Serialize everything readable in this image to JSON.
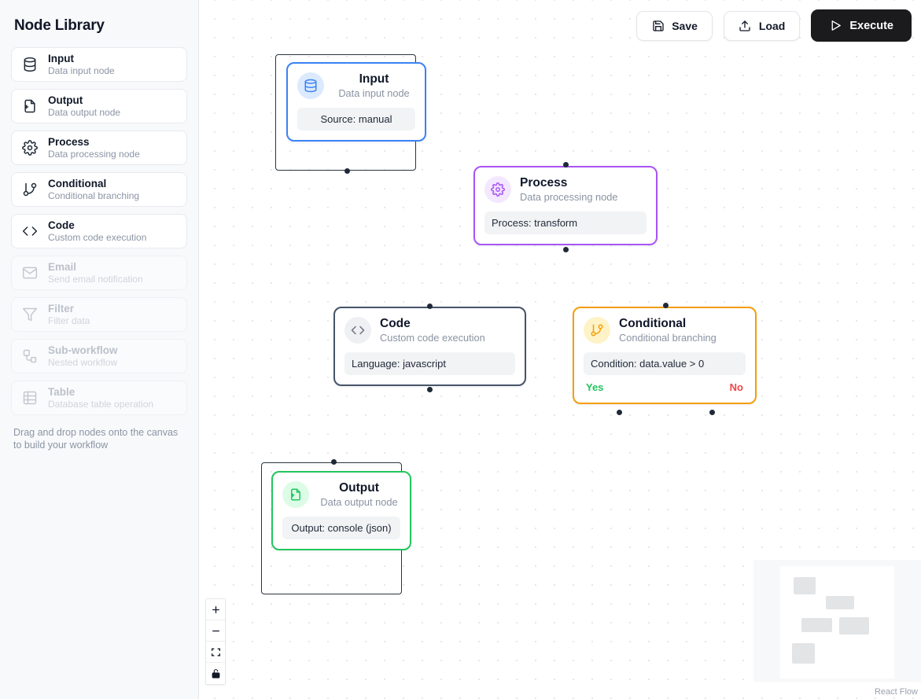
{
  "sidebar": {
    "title": "Node Library",
    "hint": "Drag and drop nodes onto the canvas to build your workflow",
    "items": [
      {
        "label": "Input",
        "desc": "Data input node",
        "icon": "database-icon",
        "disabled": false
      },
      {
        "label": "Output",
        "desc": "Data output node",
        "icon": "file-export-icon",
        "disabled": false
      },
      {
        "label": "Process",
        "desc": "Data processing node",
        "icon": "gear-icon",
        "disabled": false
      },
      {
        "label": "Conditional",
        "desc": "Conditional branching",
        "icon": "git-branch-icon",
        "disabled": false
      },
      {
        "label": "Code",
        "desc": "Custom code execution",
        "icon": "code-icon",
        "disabled": false
      },
      {
        "label": "Email",
        "desc": "Send email notification",
        "icon": "envelope-icon",
        "disabled": true
      },
      {
        "label": "Filter",
        "desc": "Filter data",
        "icon": "funnel-icon",
        "disabled": true
      },
      {
        "label": "Sub-workflow",
        "desc": "Nested workflow",
        "icon": "workflow-icon",
        "disabled": true
      },
      {
        "label": "Table",
        "desc": "Database table operation",
        "icon": "table-icon",
        "disabled": true
      }
    ]
  },
  "toolbar": {
    "save_label": "Save",
    "save_icon": "floppy-disk-icon",
    "load_label": "Load",
    "load_icon": "upload-icon",
    "execute_label": "Execute",
    "execute_icon": "play-icon"
  },
  "canvas": {
    "nodes": [
      {
        "id": "input",
        "title": "Input",
        "subtitle": "Data input node",
        "chip": "Source: manual",
        "icon": "database-icon",
        "accent": "#3b82f6",
        "selected": true
      },
      {
        "id": "process",
        "title": "Process",
        "subtitle": "Data processing node",
        "chip": "Process: transform",
        "icon": "gear-icon",
        "accent": "#a855f7",
        "selected": false
      },
      {
        "id": "code",
        "title": "Code",
        "subtitle": "Custom code execution",
        "chip": "Language: javascript",
        "icon": "code-icon",
        "accent": "#46546a",
        "selected": false
      },
      {
        "id": "conditional",
        "title": "Conditional",
        "subtitle": "Conditional branching",
        "chip": "Condition: data.value > 0",
        "icon": "git-branch-icon",
        "accent": "#f59e0b",
        "selected": false,
        "branch_yes": "Yes",
        "branch_no": "No"
      },
      {
        "id": "output",
        "title": "Output",
        "subtitle": "Data output node",
        "chip": "Output: console (json)",
        "icon": "file-export-icon",
        "accent": "#22c55e",
        "selected": true
      }
    ]
  },
  "controls": {
    "zoom_in": "zoom-in-icon",
    "zoom_out": "zoom-out-icon",
    "fit_view": "fit-view-icon",
    "lock": "lock-icon"
  },
  "minimap": {
    "attribution": "React Flow"
  }
}
